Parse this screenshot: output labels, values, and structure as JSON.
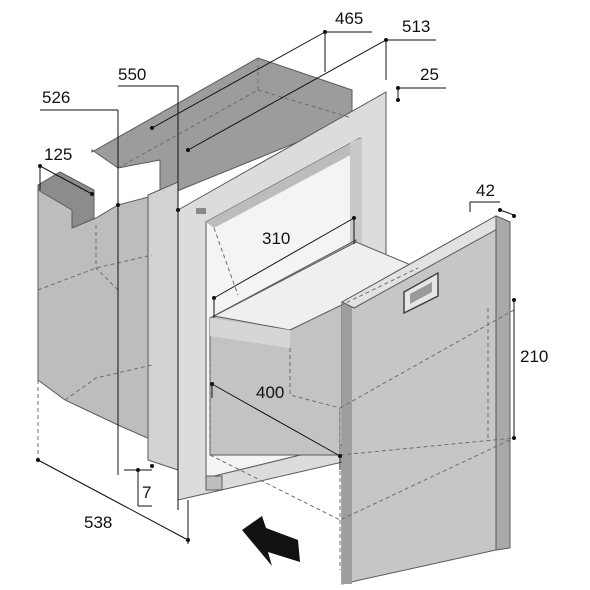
{
  "diagram": {
    "dimensions": [
      {
        "id": "d465",
        "label": "465"
      },
      {
        "id": "d513",
        "label": "513"
      },
      {
        "id": "d25",
        "label": "25"
      },
      {
        "id": "d550",
        "label": "550"
      },
      {
        "id": "d526",
        "label": "526"
      },
      {
        "id": "d125",
        "label": "125"
      },
      {
        "id": "d42",
        "label": "42"
      },
      {
        "id": "d310",
        "label": "310"
      },
      {
        "id": "d210",
        "label": "210"
      },
      {
        "id": "d400",
        "label": "400"
      },
      {
        "id": "d7",
        "label": "7"
      },
      {
        "id": "d538",
        "label": "538"
      }
    ],
    "colors": {
      "body_dark": "#8f8f8f",
      "body_mid": "#b9b9b9",
      "body_light": "#d3d3d3",
      "panel": "#c6c6c6",
      "frame": "#dcdcdc",
      "arrow": "#111111"
    }
  }
}
